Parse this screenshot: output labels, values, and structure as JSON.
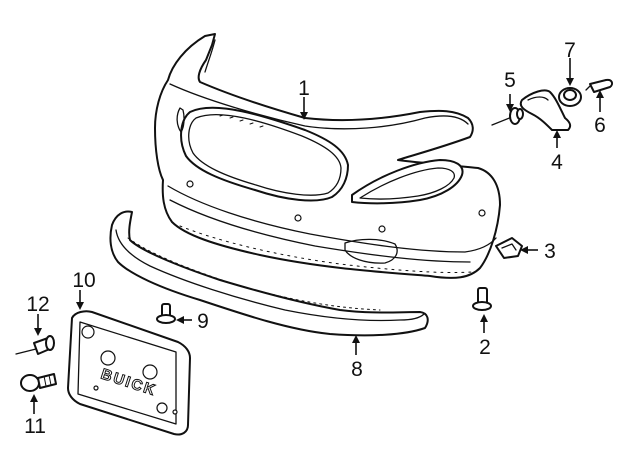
{
  "callouts": [
    {
      "id": "1",
      "label": "1"
    },
    {
      "id": "2",
      "label": "2"
    },
    {
      "id": "3",
      "label": "3"
    },
    {
      "id": "4",
      "label": "4"
    },
    {
      "id": "5",
      "label": "5"
    },
    {
      "id": "6",
      "label": "6"
    },
    {
      "id": "7",
      "label": "7"
    },
    {
      "id": "8",
      "label": "8"
    },
    {
      "id": "9",
      "label": "9"
    },
    {
      "id": "10",
      "label": "10"
    },
    {
      "id": "11",
      "label": "11"
    },
    {
      "id": "12",
      "label": "12"
    }
  ],
  "license_bracket_lettering": "BUICK"
}
